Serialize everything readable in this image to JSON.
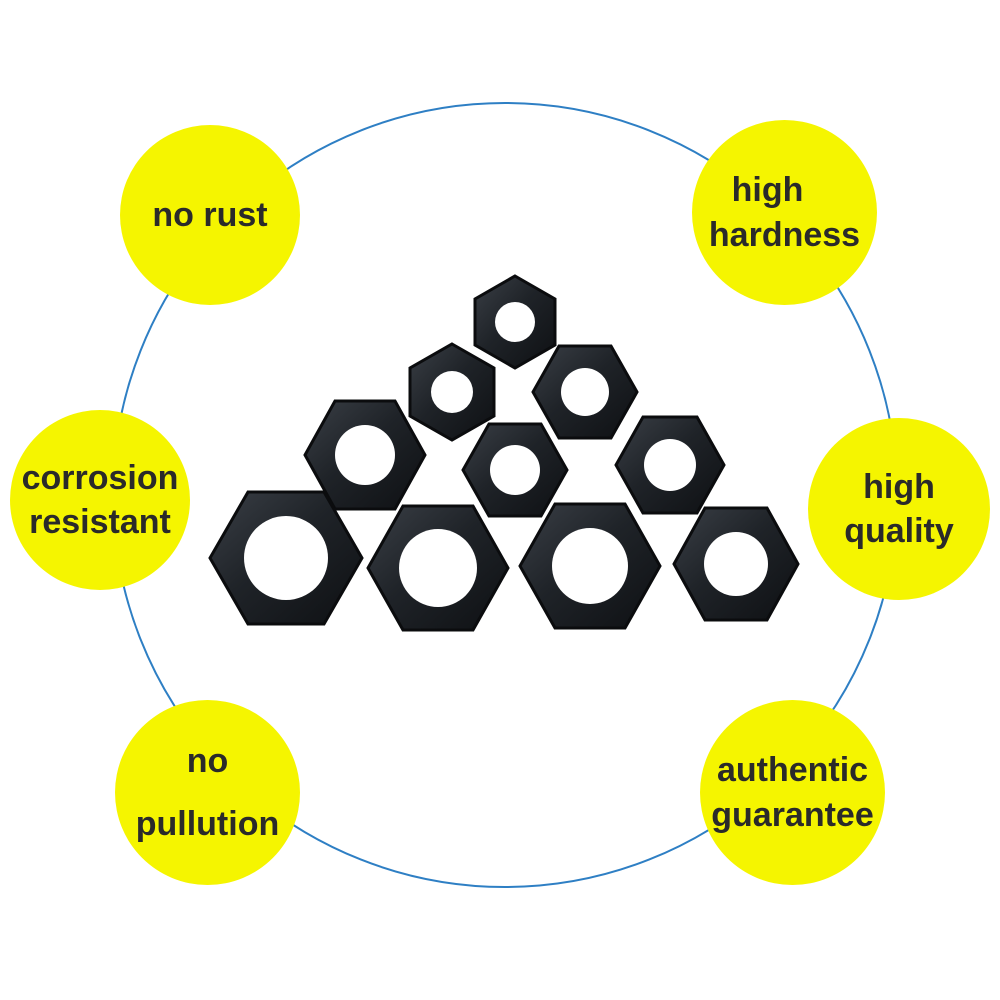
{
  "colors": {
    "badge_fill": "#f5f500",
    "ring": "#2e7fc4",
    "nut_dark": "#15181c",
    "nut_face": "#2a2e33",
    "text": "#2a2a2a"
  },
  "badges": [
    {
      "id": "no-rust",
      "lines": [
        "no rust"
      ]
    },
    {
      "id": "high-hardness",
      "lines": [
        "high",
        "hardness"
      ]
    },
    {
      "id": "corrosion-resistant",
      "lines": [
        "corrosion",
        "resistant"
      ]
    },
    {
      "id": "high-quality",
      "lines": [
        "high",
        "quality"
      ]
    },
    {
      "id": "no-pullution",
      "lines": [
        "no",
        "pullution"
      ]
    },
    {
      "id": "authentic-guarantee",
      "lines": [
        "authentic",
        "guarantee"
      ]
    }
  ],
  "product": {
    "item": "black hex nuts",
    "count": 10
  }
}
